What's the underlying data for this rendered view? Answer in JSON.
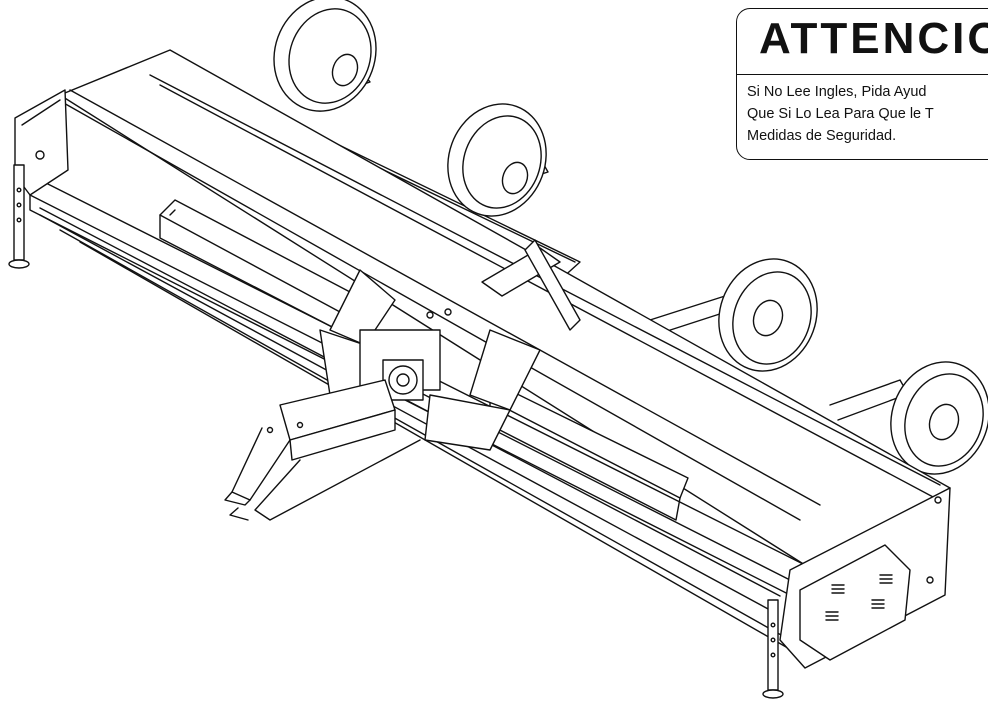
{
  "notice": {
    "title": "ATTENCIO",
    "lines": [
      "Si No Lee Ingles, Pida Ayud",
      "Que Si Lo Lea Para Que le T",
      "Medidas de Seguridad."
    ]
  },
  "illustration": {
    "subject": "rotary-cutter-mower-line-drawing",
    "line_color": "#111111",
    "fill_color": "#ffffff"
  }
}
